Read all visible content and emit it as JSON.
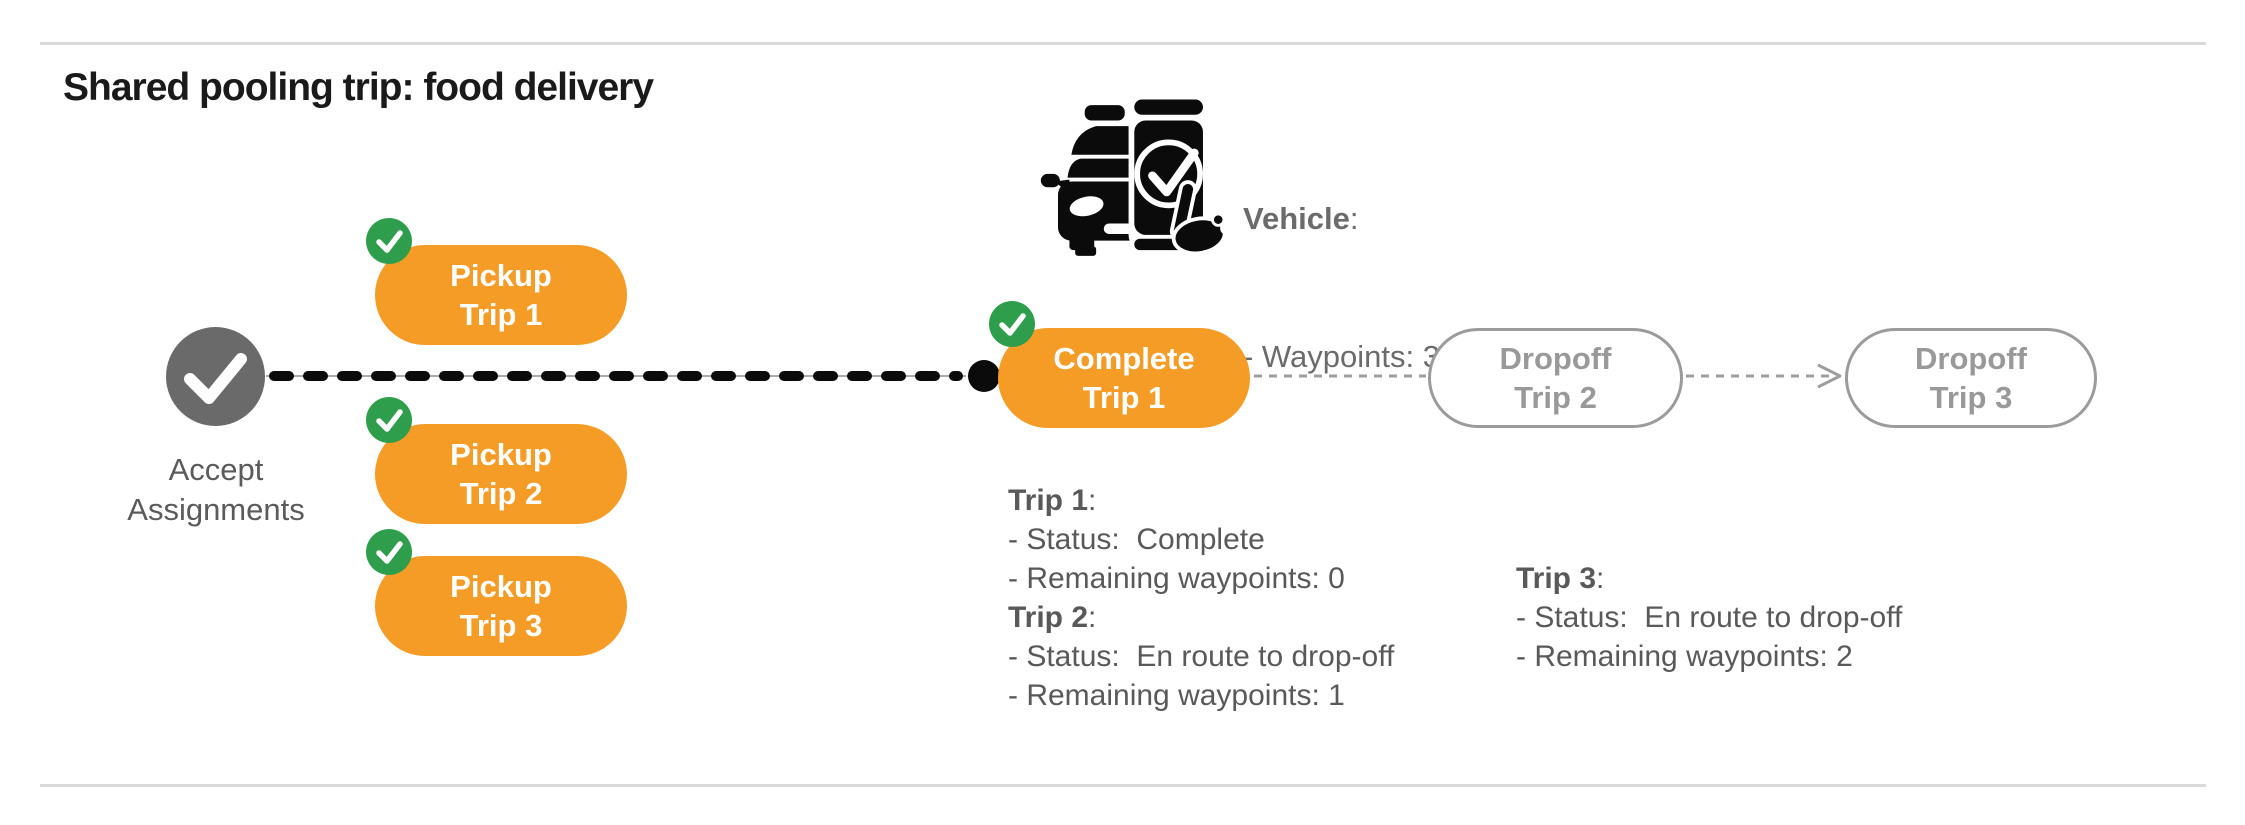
{
  "title": "Shared pooling trip: food delivery",
  "colon": ":",
  "vehicle": {
    "icon": "car-phone-check-icon",
    "label": "Vehicle",
    "waypoints_line": "- Waypoints: 3"
  },
  "flow": {
    "start": {
      "icon": "check-icon",
      "label_lines": [
        "Accept",
        "Assignments"
      ]
    },
    "pickups": [
      {
        "lines": [
          "Pickup",
          "Trip 1"
        ],
        "checked": true
      },
      {
        "lines": [
          "Pickup",
          "Trip 2"
        ],
        "checked": true
      },
      {
        "lines": [
          "Pickup",
          "Trip 3"
        ],
        "checked": true
      }
    ],
    "complete": {
      "lines": [
        "Complete",
        "Trip 1"
      ],
      "checked": true
    },
    "dropoffs": [
      {
        "lines": [
          "Dropoff",
          "Trip 2"
        ]
      },
      {
        "lines": [
          "Dropoff",
          "Trip 3"
        ]
      }
    ]
  },
  "trip_status": [
    {
      "header": "Trip 1",
      "status_line": "- Status:  Complete",
      "waypoints_line": "- Remaining waypoints: 0"
    },
    {
      "header": "Trip 2",
      "status_line": "- Status:  En route to drop-off",
      "waypoints_line": "- Remaining waypoints: 1"
    },
    {
      "header": "Trip 3",
      "status_line": "- Status:  En route to drop-off",
      "waypoints_line": "- Remaining waypoints: 2"
    }
  ],
  "colors": {
    "orange": "#F59C27",
    "green": "#2F9E4C",
    "gray_node": "#6A6A6A",
    "ghost_gray": "#9B9B9B",
    "text_gray": "#59595B",
    "hairline": "#D9D9D9",
    "black": "#0B0B0B"
  }
}
